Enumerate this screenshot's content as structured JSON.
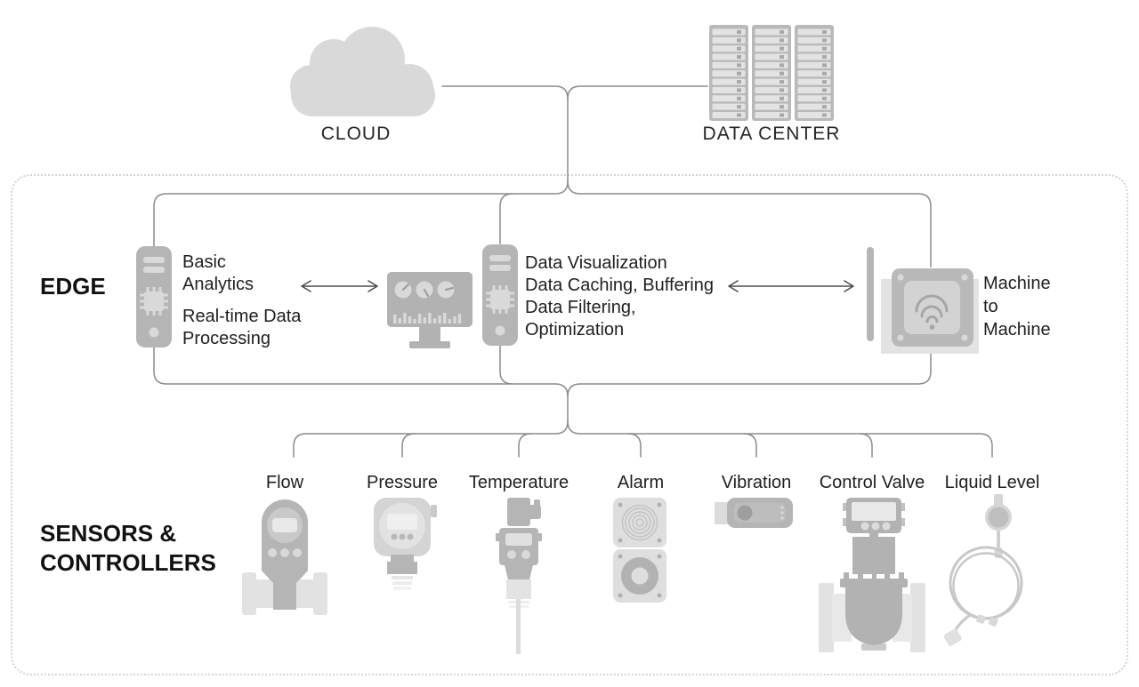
{
  "diagram_title": "Edge computing architecture diagram",
  "colors": {
    "icon_gray": "#b5b5b5",
    "icon_light_gray": "#d9d9d9",
    "icon_pale_gray": "#e2e2e2",
    "connector_line": "#8c8c8c",
    "arrow": "#4d4d4d",
    "text": "#1f1f1f",
    "dashed_border": "#d4d4d4",
    "background": "#ffffff"
  },
  "cloud": {
    "label": "CLOUD",
    "icon": "cloud-icon"
  },
  "data_center": {
    "label": "DATA CENTER",
    "icon": "server-racks-icon"
  },
  "edge": {
    "section_label": "EDGE",
    "left_node": {
      "icon": "edge-device-icon",
      "group1_line1": "Basic",
      "group1_line2": "Analytics",
      "group2_line1": "Real-time Data",
      "group2_line2": "Processing"
    },
    "center_node": {
      "icon_monitor": "dashboard-monitor-icon",
      "icon_device": "edge-device-icon",
      "line1": "Data Visualization",
      "line2": "Data Caching, Buffering",
      "line3": "Data Filtering,",
      "line4": "Optimization"
    },
    "m2m_node": {
      "icon": "iot-gateway-wifi-icon",
      "line1": "Machine",
      "line2": "to",
      "line3": "Machine"
    }
  },
  "sensors": {
    "section_label_line1": "SENSORS &",
    "section_label_line2": "CONTROLLERS",
    "items": [
      {
        "label": "Flow",
        "icon": "flow-meter-icon"
      },
      {
        "label": "Pressure",
        "icon": "pressure-transmitter-icon"
      },
      {
        "label": "Temperature",
        "icon": "temperature-sensor-icon"
      },
      {
        "label": "Alarm",
        "icon": "alarm-siren-panel-icon"
      },
      {
        "label": "Vibration",
        "icon": "vibration-sensor-icon"
      },
      {
        "label": "Control Valve",
        "icon": "control-valve-icon"
      },
      {
        "label": "Liquid Level",
        "icon": "liquid-level-float-icon"
      }
    ]
  }
}
